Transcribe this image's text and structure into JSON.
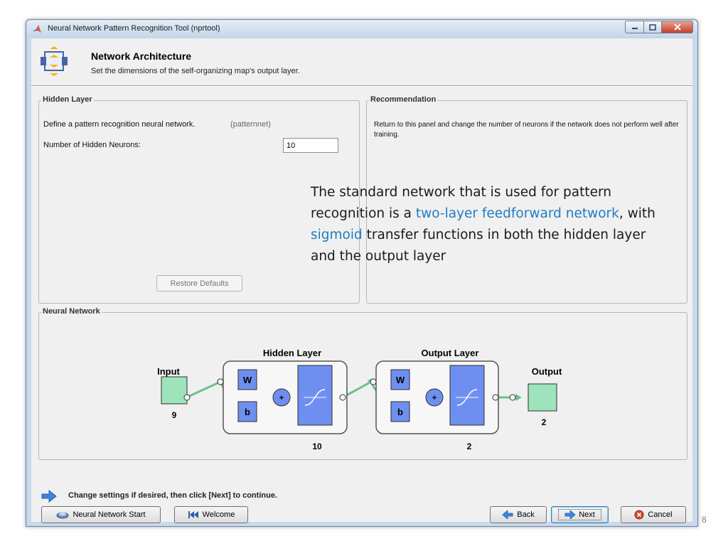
{
  "window": {
    "title": "Neural Network Pattern Recognition Tool (nprtool)",
    "icon": "matlab-icon",
    "controls": {
      "minimize": "minimize-icon",
      "maximize": "maximize-icon",
      "close": "close-icon"
    }
  },
  "header": {
    "title": "Network Architecture",
    "subtitle": "Set the dimensions of the self-organizing map's output layer.",
    "icon": "network-architecture-icon"
  },
  "hidden_layer_panel": {
    "title": "Hidden Layer",
    "define_text": "Define a pattern recognition neural network.",
    "define_tag": "(patternnet)",
    "neurons_label": "Number of Hidden Neurons:",
    "neurons_value": "10",
    "restore_label": "Restore Defaults"
  },
  "recommendation_panel": {
    "title": "Recommendation",
    "text": "Return to this panel and change the number of neurons if the network does not perform well after training."
  },
  "network_panel": {
    "title": "Neural Network",
    "input_label": "Input",
    "input_size": "9",
    "hidden_layer_label": "Hidden Layer",
    "hidden_size": "10",
    "output_layer_label": "Output Layer",
    "output_layer_size": "2",
    "output_label": "Output",
    "output_size": "2",
    "weight_label": "W",
    "bias_label": "b",
    "sum_label": "+"
  },
  "footer": {
    "hint": "Change settings  if desired, then click [Next] to continue.",
    "hint_icon": "arrow-right-icon"
  },
  "buttons": {
    "nn_start": "Neural Network Start",
    "welcome": "Welcome",
    "back": "Back",
    "next": "Next",
    "cancel": "Cancel"
  },
  "overlay": {
    "part1": "The standard network that is used for pattern recognition is a ",
    "link1": "two-layer feedforward network",
    "part2": ", with ",
    "link2": "sigmoid",
    "part3": " transfer functions in both the hidden layer and the output layer"
  },
  "page_number": "8",
  "colors": {
    "accent_link": "#1e7dc1",
    "node_green": "#9ee3bb",
    "block_blue": "#6f8ff0",
    "connector": "#6fbf8e",
    "titlebar": "#c8d9ec"
  }
}
